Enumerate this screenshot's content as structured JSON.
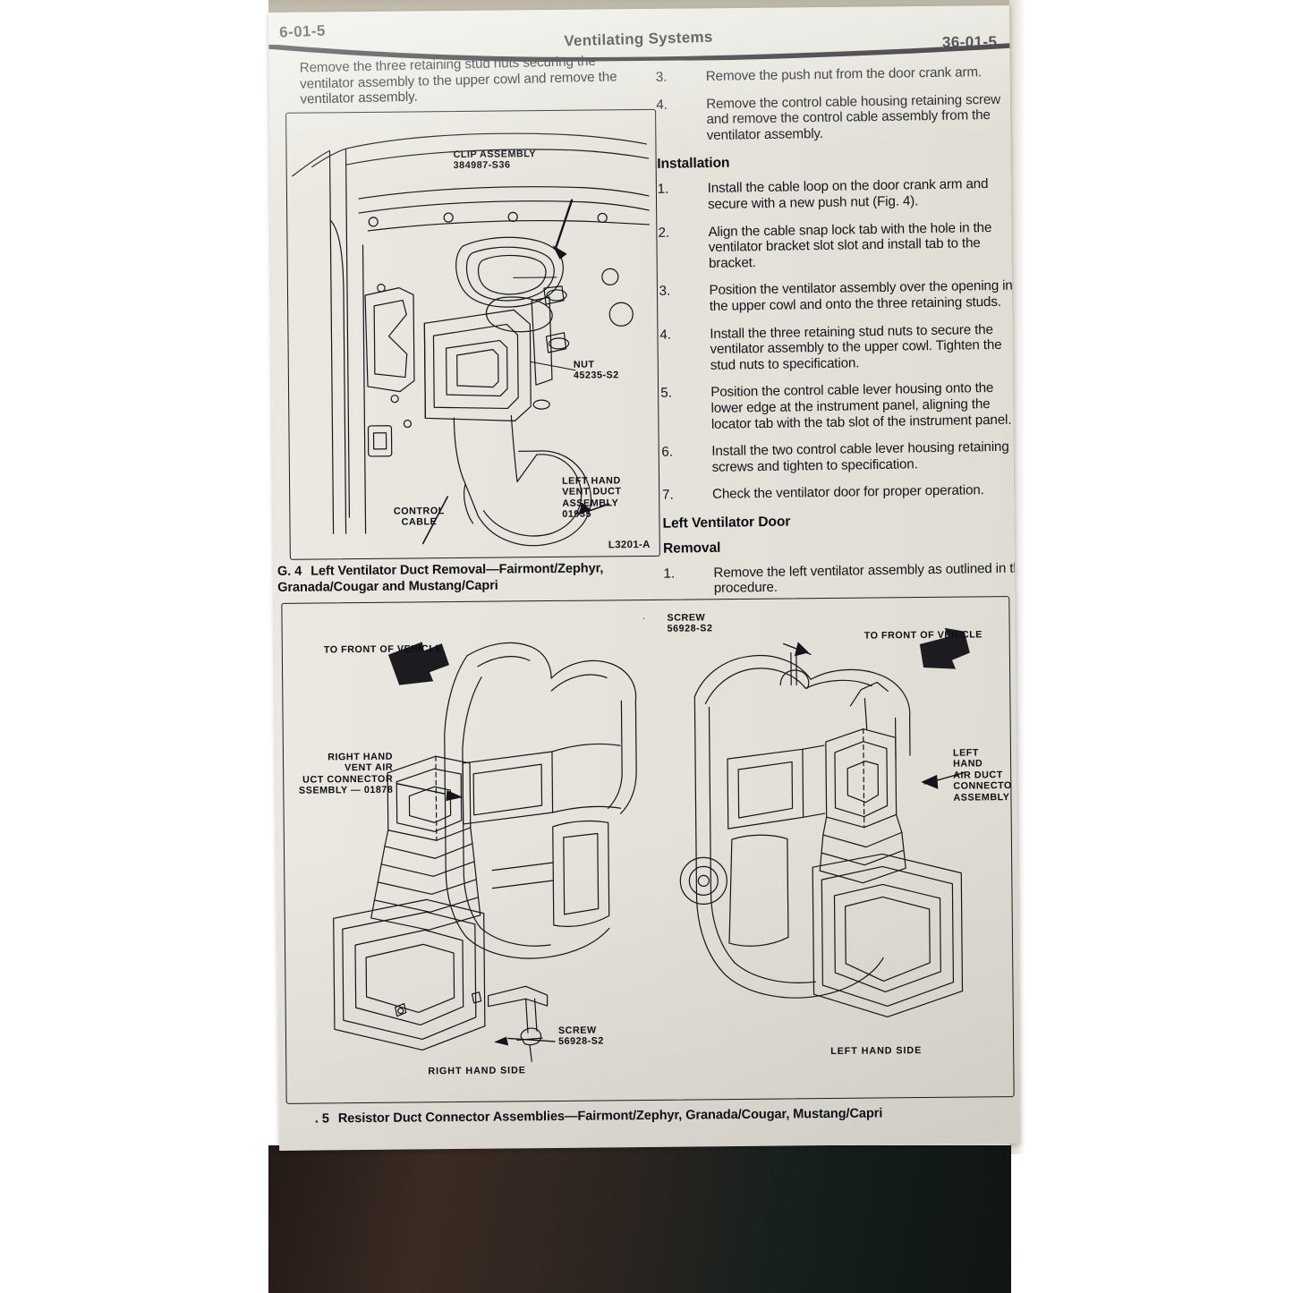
{
  "document": {
    "type": "automotive-service-manual-page",
    "header": {
      "folio_left": "6-01-5",
      "section_title": "Ventilating Systems",
      "folio_right": "36-01-5"
    }
  },
  "left_column": {
    "continued_paragraph": "Remove the three retaining stud nuts securing the ventilator assembly to the upper cowl and remove the ventilator assembly."
  },
  "right_column": {
    "removal_steps": [
      {
        "num": "3.",
        "text": "Remove the push nut from the door crank arm."
      },
      {
        "num": "4.",
        "text": "Remove the control cable housing retaining screw and remove the control cable assembly from the ventilator assembly."
      }
    ],
    "installation_heading": "Installation",
    "installation_steps": [
      {
        "num": "1.",
        "text": "Install the cable loop on the door crank arm and secure with a new push nut (Fig. 4)."
      },
      {
        "num": "2.",
        "text": "Align the cable snap lock tab with the hole in the ventilator bracket slot slot and install tab to the bracket."
      },
      {
        "num": "3.",
        "text": "Position the ventilator assembly over the opening in the upper cowl and onto the three retaining studs."
      },
      {
        "num": "4.",
        "text": "Install the three retaining stud nuts to secure the ventilator assembly to the upper cowl. Tighten the stud nuts to specification."
      },
      {
        "num": "5.",
        "text": "Position the control cable lever housing onto the lower edge at the instrument panel, aligning the locator tab with the tab slot of the instrument panel."
      },
      {
        "num": "6.",
        "text": "Install the two control cable lever housing retaining screws and tighten to specification."
      },
      {
        "num": "7.",
        "text": "Check the ventilator door for proper operation."
      }
    ],
    "subsection_heading": "Left Ventilator Door",
    "subsection_sub_heading": "Removal",
    "subsection_steps": [
      {
        "num": "1.",
        "text": "Remove the left ventilator assembly as outlined in the procedure."
      }
    ]
  },
  "figure_4": {
    "caption_number": "G. 4",
    "caption_text": "Left Ventilator Duct Removal—Fairmont/Zephyr, Granada/Cougar and Mustang/Capri",
    "drawing_code": "L3201-A",
    "callouts": [
      {
        "name": "clip-assembly",
        "text": "CLIP ASSEMBLY\n384987-S36"
      },
      {
        "name": "nut",
        "text": "NUT\n45235-S2"
      },
      {
        "name": "control-cable",
        "text": "CONTROL\nCABLE"
      },
      {
        "name": "left-hand-vent-duct-assembly",
        "text": "LEFT HAND\nVENT DUCT\nASSEMBLY\n01935"
      }
    ]
  },
  "figure_5": {
    "caption_number": ". 5",
    "caption_text": "Resistor Duct Connector Assemblies—Fairmont/Zephyr, Granada/Cougar, Mustang/Capri",
    "callouts": [
      {
        "name": "to-front-of-vehicle-left",
        "text": "TO FRONT OF VEHICLE"
      },
      {
        "name": "to-front-of-vehicle-right",
        "text": "TO FRONT OF VEHICLE"
      },
      {
        "name": "right-hand-vent-air-duct-connector",
        "text": "RIGHT HAND\nVENT AIR\nUCT CONNECTOR\nSSEMBLY — 01878"
      },
      {
        "name": "left-hand-air-duct-connector",
        "text": "LEFT HAND\nAIR DUCT\nCONNECTO\nASSEMBLY"
      },
      {
        "name": "screw-top",
        "text": "SCREW\n56928-S2"
      },
      {
        "name": "screw-bottom",
        "text": "SCREW\n56928-S2"
      },
      {
        "name": "right-hand-side",
        "text": "RIGHT HAND SIDE"
      },
      {
        "name": "left-hand-side",
        "text": "LEFT HAND SIDE"
      }
    ]
  },
  "colors": {
    "paper": "#e7e5dd",
    "ink": "#14141a",
    "table_dark": "#241a17"
  }
}
